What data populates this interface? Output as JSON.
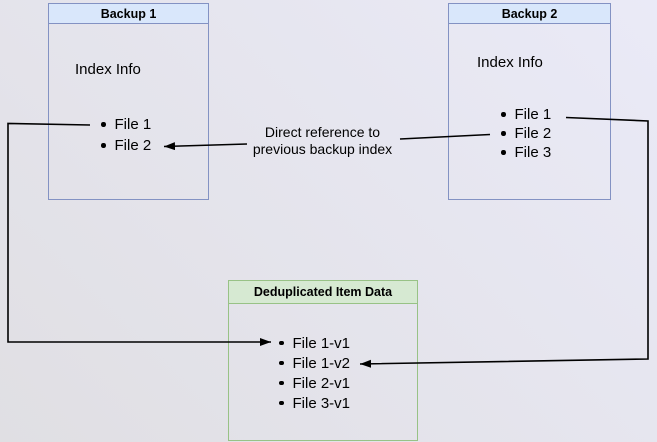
{
  "diagram": {
    "backup1": {
      "title": "Backup 1",
      "subtitle": "Index Info",
      "items": [
        "File 1",
        "File 2"
      ]
    },
    "backup2": {
      "title": "Backup 2",
      "subtitle": "Index Info",
      "items": [
        "File 1",
        "File 2",
        "File 3"
      ]
    },
    "dedup": {
      "title": "Deduplicated Item Data",
      "items": [
        "File 1-v1",
        "File 1-v2",
        "File 2-v1",
        "File 3-v1"
      ]
    },
    "edge_label": {
      "line1": "Direct reference to",
      "line2": "previous backup index"
    },
    "colors": {
      "blue_fill": "#d9e7fb",
      "blue_border": "#8392c3",
      "green_fill": "#d6e9d2",
      "green_border": "#98c286",
      "arrow": "#000000",
      "bg_from": "#e0dfe3",
      "bg_to": "#eaeaf7"
    }
  }
}
